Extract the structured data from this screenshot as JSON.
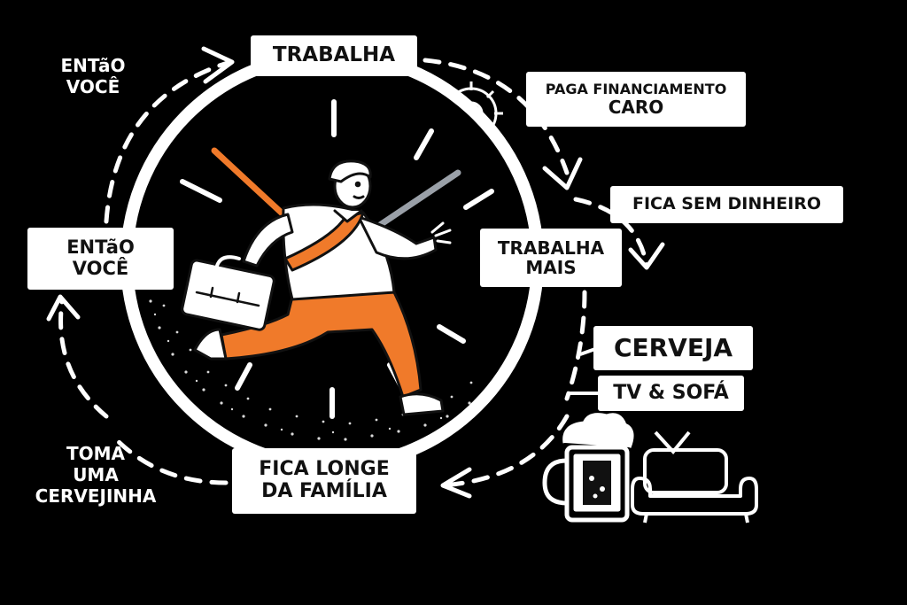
{
  "colors": {
    "background": "#000000",
    "label_box": "#ffffff",
    "label_text": "#111111",
    "accent_orange": "#f07a2a",
    "minute_hand": "#9aa0a8",
    "line": "#ffffff"
  },
  "labels": {
    "trabalha": "TRABALHA",
    "paga_line1": "PAGA FINANCIAMENTO",
    "paga_line2": "CARO",
    "sem_dinheiro": "FICA SEM DINHEIRO",
    "trabalha_mais_line1": "TRABALHA",
    "trabalha_mais_line2": "MAIS",
    "cerveja": "CERVEJA",
    "tv_sofa": "TV & SOFÁ",
    "longe_line1": "FICA LONGE",
    "longe_line2": "DA FAMÍLIA",
    "toma_line1": "TOMA",
    "toma_line2": "UMA",
    "toma_line3": "CERVEJINHA",
    "entao_left_line1": "ENTãO",
    "entao_left_line2": "VOCÊ",
    "entao_top_line1": "ENTãO",
    "entao_top_line2": "VOCÊ"
  },
  "icons": [
    "clock-icon",
    "running-businessman-icon",
    "briefcase-icon",
    "gear-icon",
    "beer-mug-icon",
    "tv-icon",
    "sofa-icon"
  ]
}
